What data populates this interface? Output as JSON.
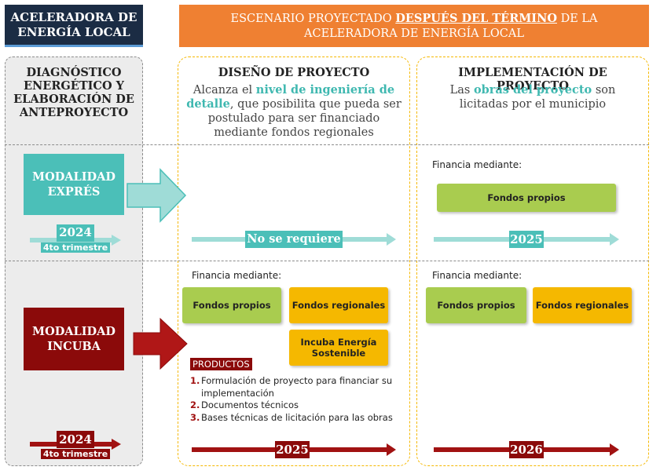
{
  "header": {
    "left_title": "ACELERADORA DE ENERGÍA LOCAL",
    "right_prefix": "ESCENARIO PROYECTADO ",
    "right_bold": "DESPUÉS DEL TÉRMINO",
    "right_suffix": " DE LA",
    "right_line2": "ACELERADORA DE ENERGÍA LOCAL"
  },
  "columns": {
    "diagnostico": {
      "title": "DIAGNÓSTICO ENERGÉTICO Y ELABORACIÓN DE ANTEPROYECTO"
    },
    "diseno": {
      "title": "DISEÑO DE PROYECTO",
      "desc_pre": "Alcanza el ",
      "desc_hl": "nivel de ingeniería de detalle",
      "desc_post": ", que posibilita que pueda ser postulado para ser financiado mediante fondos regionales"
    },
    "implementacion": {
      "title": "IMPLEMENTACIÓN DE PROYECTO",
      "desc_pre": "Las ",
      "desc_hl": "obras del proyecto",
      "desc_post": " son licitadas por el municipio"
    }
  },
  "expres": {
    "label": "MODALIDAD EXPRÉS",
    "year": "2024",
    "quarter": "4to trimestre",
    "diseno_timeline": "No se requiere",
    "impl_financia": "Financia mediante:",
    "impl_box": "Fondos propios",
    "impl_year": "2025"
  },
  "incuba": {
    "label": "MODALIDAD INCUBA",
    "year": "2024",
    "quarter": "4to trimestre",
    "diseno_financia": "Financia mediante:",
    "diseno_box1": "Fondos propios",
    "diseno_box2": "Fondos regionales",
    "diseno_box3": "Incuba Energía Sostenible",
    "productos_title": "PRODUCTOS",
    "productos": [
      {
        "n": "1.",
        "text": "Formulación de proyecto para financiar su implementación"
      },
      {
        "n": "2.",
        "text": "Documentos técnicos"
      },
      {
        "n": "3.",
        "text": "Bases técnicas de licitación para las obras"
      }
    ],
    "diseno_year": "2025",
    "impl_financia": "Financia mediante:",
    "impl_box1": "Fondos propios",
    "impl_box2": "Fondos regionales",
    "impl_year": "2026"
  },
  "colors": {
    "teal": "#4bbfb8",
    "maroon": "#8b0a0a",
    "orange": "#ef8032",
    "navy": "#1b2c44"
  }
}
